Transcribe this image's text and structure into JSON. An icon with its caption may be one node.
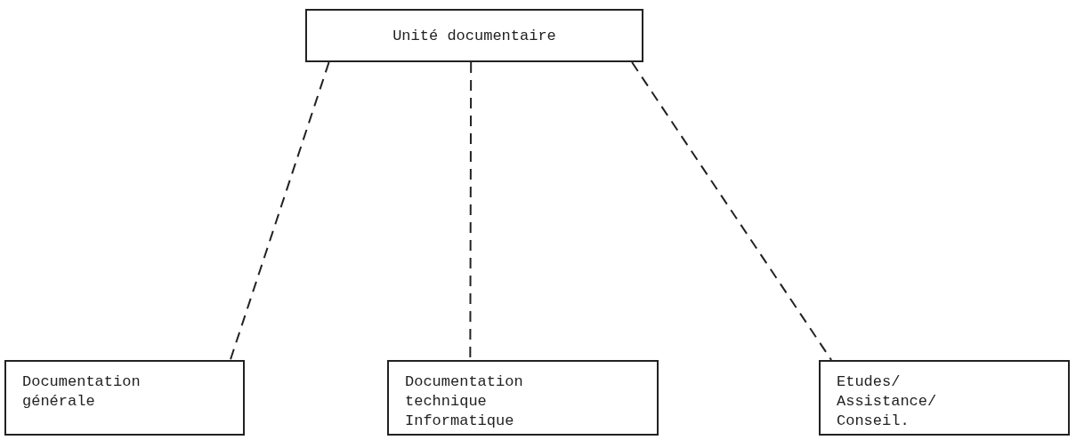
{
  "diagram": {
    "nodes": [
      {
        "text": [
          "Unité documentaire"
        ]
      },
      {
        "text": [
          "Documentation générale"
        ]
      },
      {
        "text": [
          "Documentation technique Informatique"
        ]
      },
      {
        "text": [
          "Etudes/ Assistance/ Conseil."
        ]
      }
    ],
    "edges": [
      {
        "from": 0,
        "to": 1,
        "arrow": "none",
        "style": "dashed"
      },
      {
        "from": 0,
        "to": 2,
        "arrow": "none",
        "style": "dashed"
      },
      {
        "from": 0,
        "to": 3,
        "arrow": "none",
        "style": "dashed"
      }
    ]
  }
}
